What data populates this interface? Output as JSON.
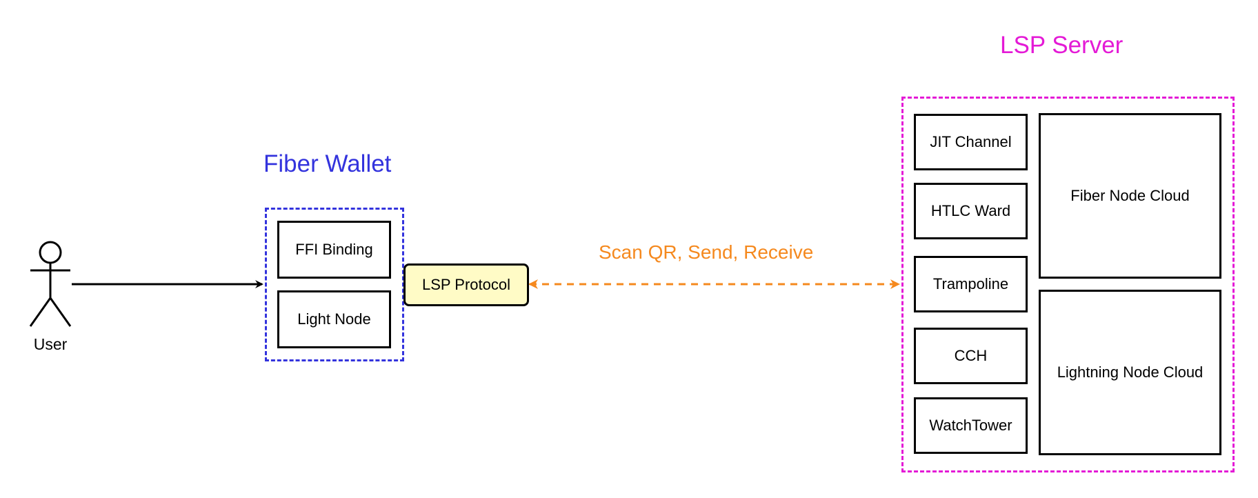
{
  "colors": {
    "wallet": "#3333dd",
    "server": "#e41ad6",
    "protocol_edge": "#f5891e",
    "protocol_fill": "#fffbc6"
  },
  "actor": {
    "label": "User"
  },
  "wallet": {
    "title": "Fiber Wallet",
    "components": [
      "FFI Binding",
      "Light Node"
    ]
  },
  "protocol": {
    "label": "LSP Protocol",
    "edge_label": "Scan QR, Send, Receive"
  },
  "server": {
    "title": "LSP Server",
    "services": [
      "JIT Channel",
      "HTLC Ward",
      "Trampoline",
      "CCH",
      "WatchTower"
    ],
    "clouds": [
      "Fiber Node Cloud",
      "Lightning Node Cloud"
    ]
  }
}
